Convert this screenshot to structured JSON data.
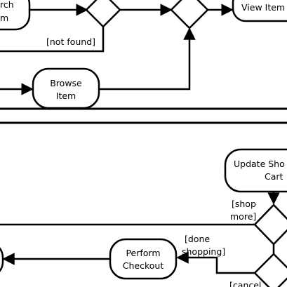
{
  "diagram": {
    "nodes": {
      "search_item": {
        "line1": "rch",
        "line2": "m"
      },
      "view_item": {
        "line1": "View Item"
      },
      "browse_item": {
        "line1": "Browse",
        "line2": "Item"
      },
      "update_cart": {
        "line1": "Update Sho",
        "line2": "Cart"
      },
      "perform_checkout": {
        "line1": "Perform",
        "line2": "Checkout"
      }
    },
    "guards": {
      "not_found": "[not found]",
      "shop_more_1": "[shop",
      "shop_more_2": "more]",
      "done_shopping_1": "[done",
      "done_shopping_2": "shopping]",
      "cancel": "[cancel"
    }
  }
}
